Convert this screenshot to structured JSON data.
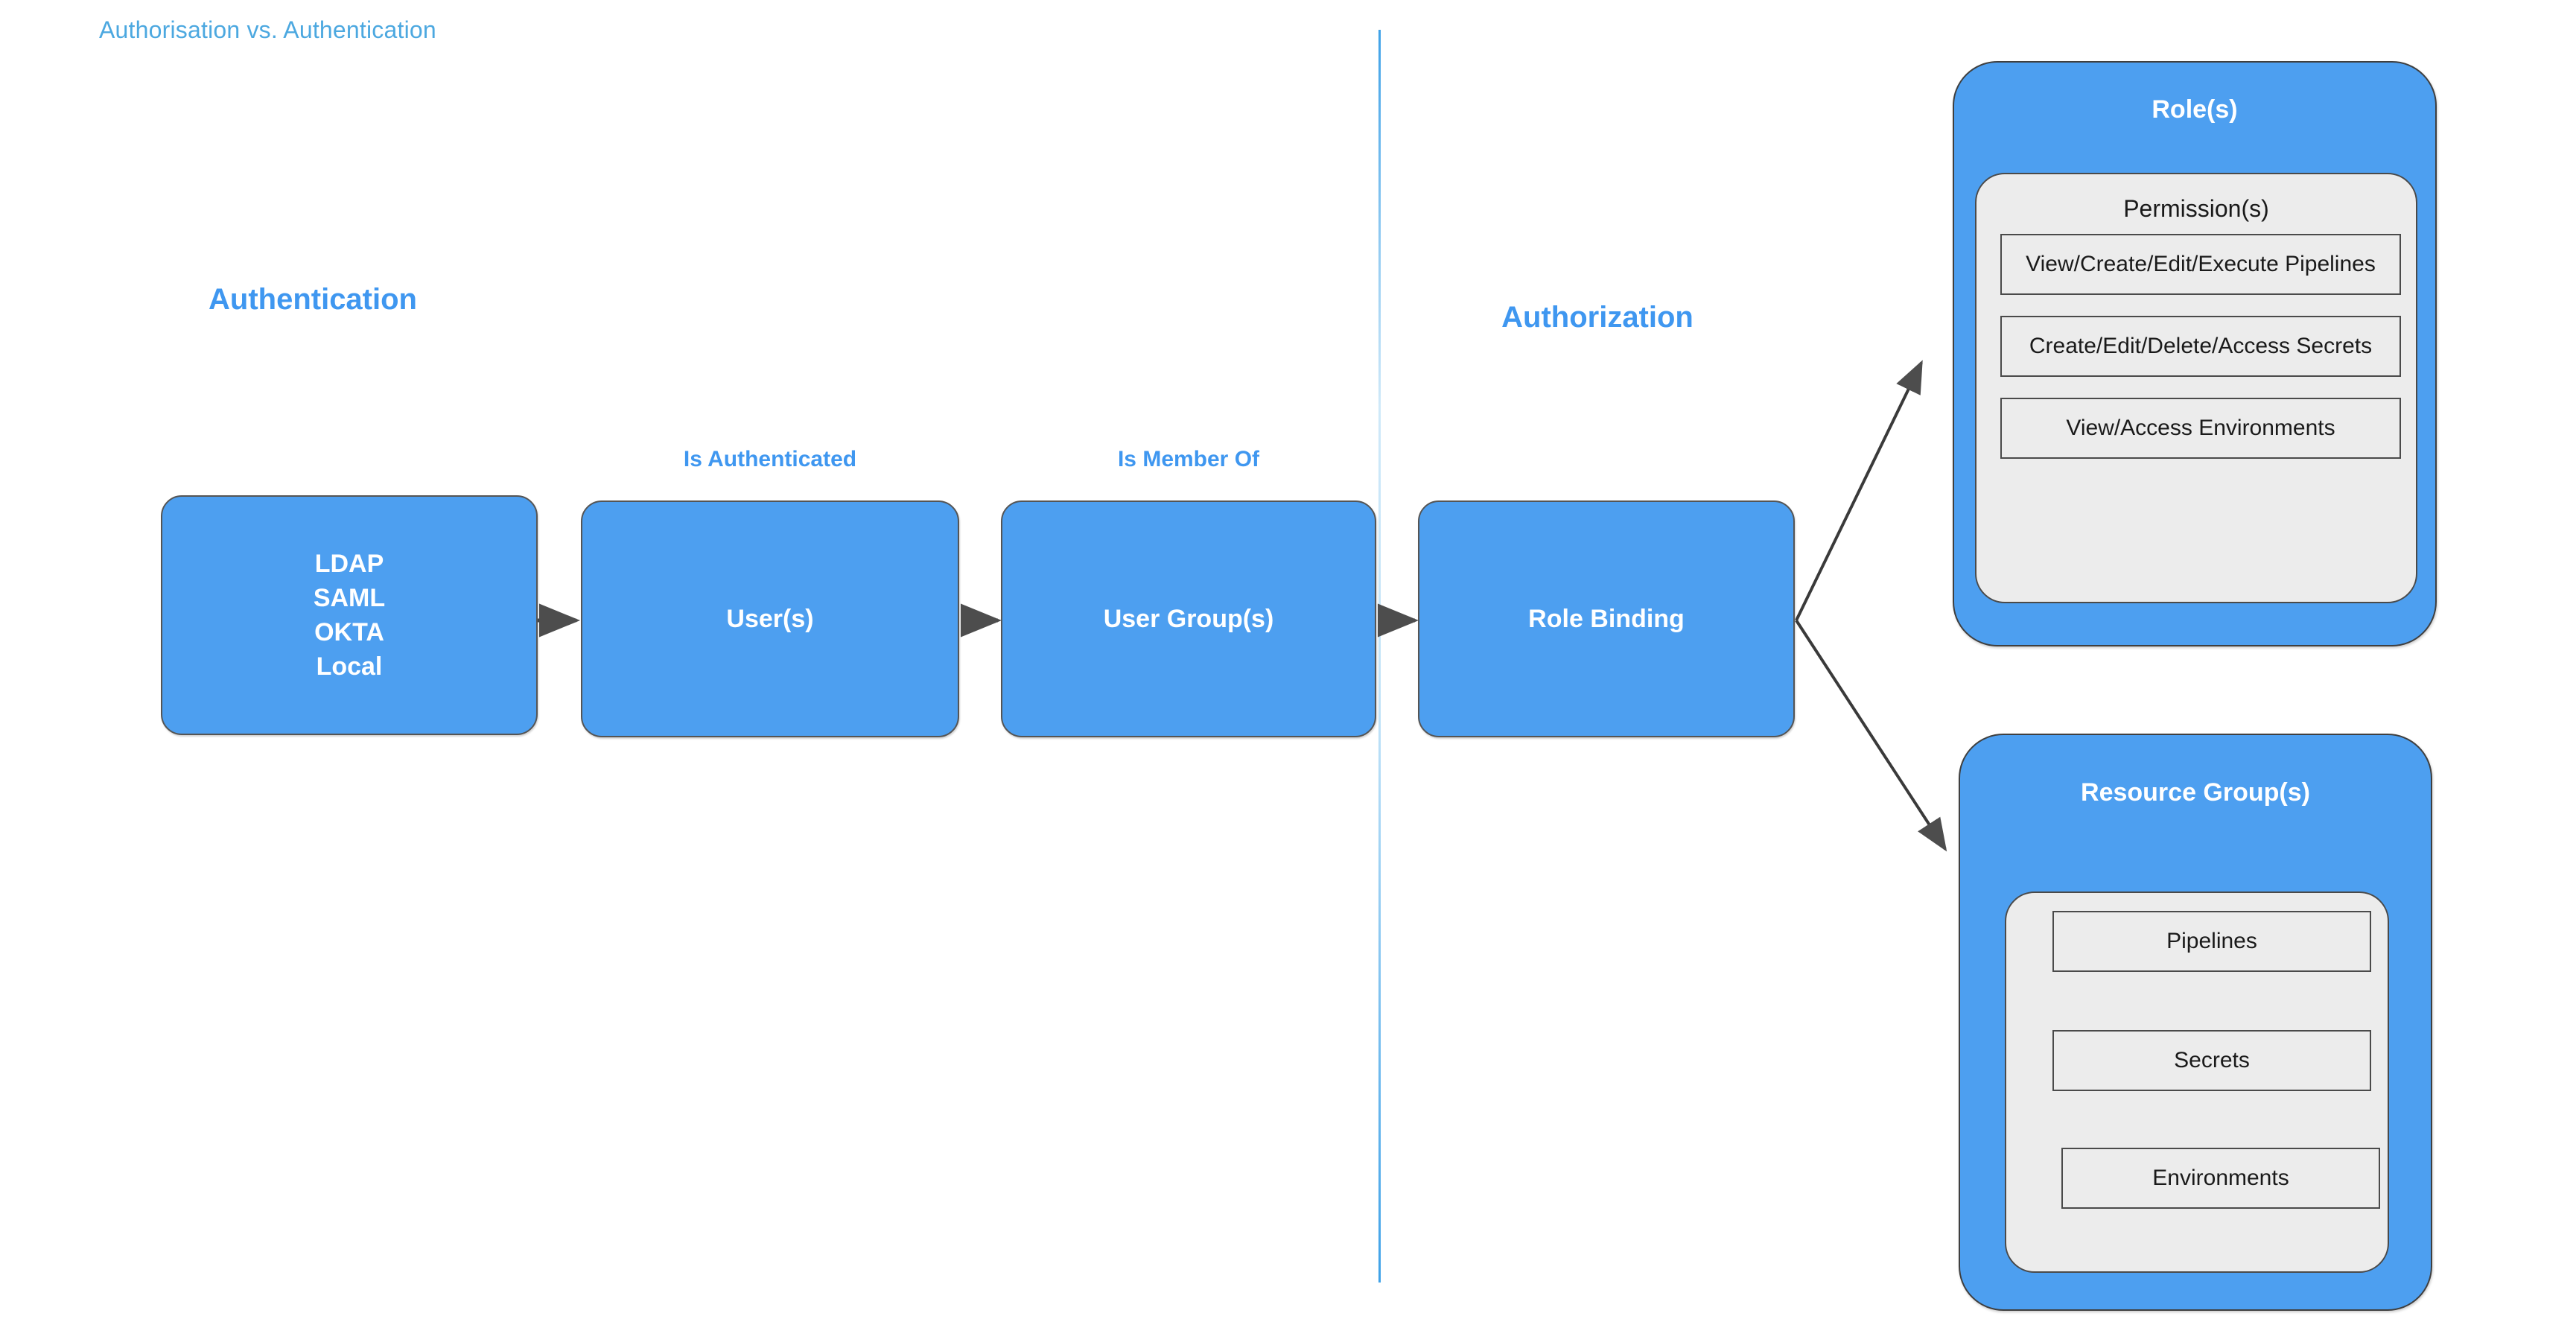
{
  "diagram": {
    "title": "Authorisation vs. Authentication",
    "colors": {
      "accent_blue": "#4d9ff0",
      "title_blue": "#4ca8e0",
      "label_blue": "#3f97f0",
      "panel_grey": "#ececec",
      "connector_grey": "#4d4d4d",
      "border_grey": "#4a4a4a"
    },
    "sections": [
      {
        "name": "authentication",
        "label": "Authentication"
      },
      {
        "name": "authorization",
        "label": "Authorization"
      }
    ],
    "edge_labels": [
      {
        "name": "is-authenticated",
        "label": "Is Authenticated"
      },
      {
        "name": "is-member-of",
        "label": "Is Member Of"
      }
    ],
    "flow_nodes": [
      {
        "name": "identity-providers",
        "lines": [
          "LDAP",
          "SAML",
          "OKTA",
          "Local"
        ]
      },
      {
        "name": "users",
        "lines": [
          "User(s)"
        ]
      },
      {
        "name": "user-groups",
        "lines": [
          "User Group(s)"
        ]
      },
      {
        "name": "role-binding",
        "lines": [
          "Role Binding"
        ]
      }
    ],
    "roles_panel": {
      "title": "Role(s)",
      "inner_title": "Permission(s)",
      "items": [
        "View/Create/Edit/Execute Pipelines",
        "Create/Edit/Delete/Access Secrets",
        "View/Access Environments"
      ]
    },
    "resource_groups_panel": {
      "title": "Resource Group(s)",
      "items": [
        "Pipelines",
        "Secrets",
        "Environments"
      ]
    }
  }
}
